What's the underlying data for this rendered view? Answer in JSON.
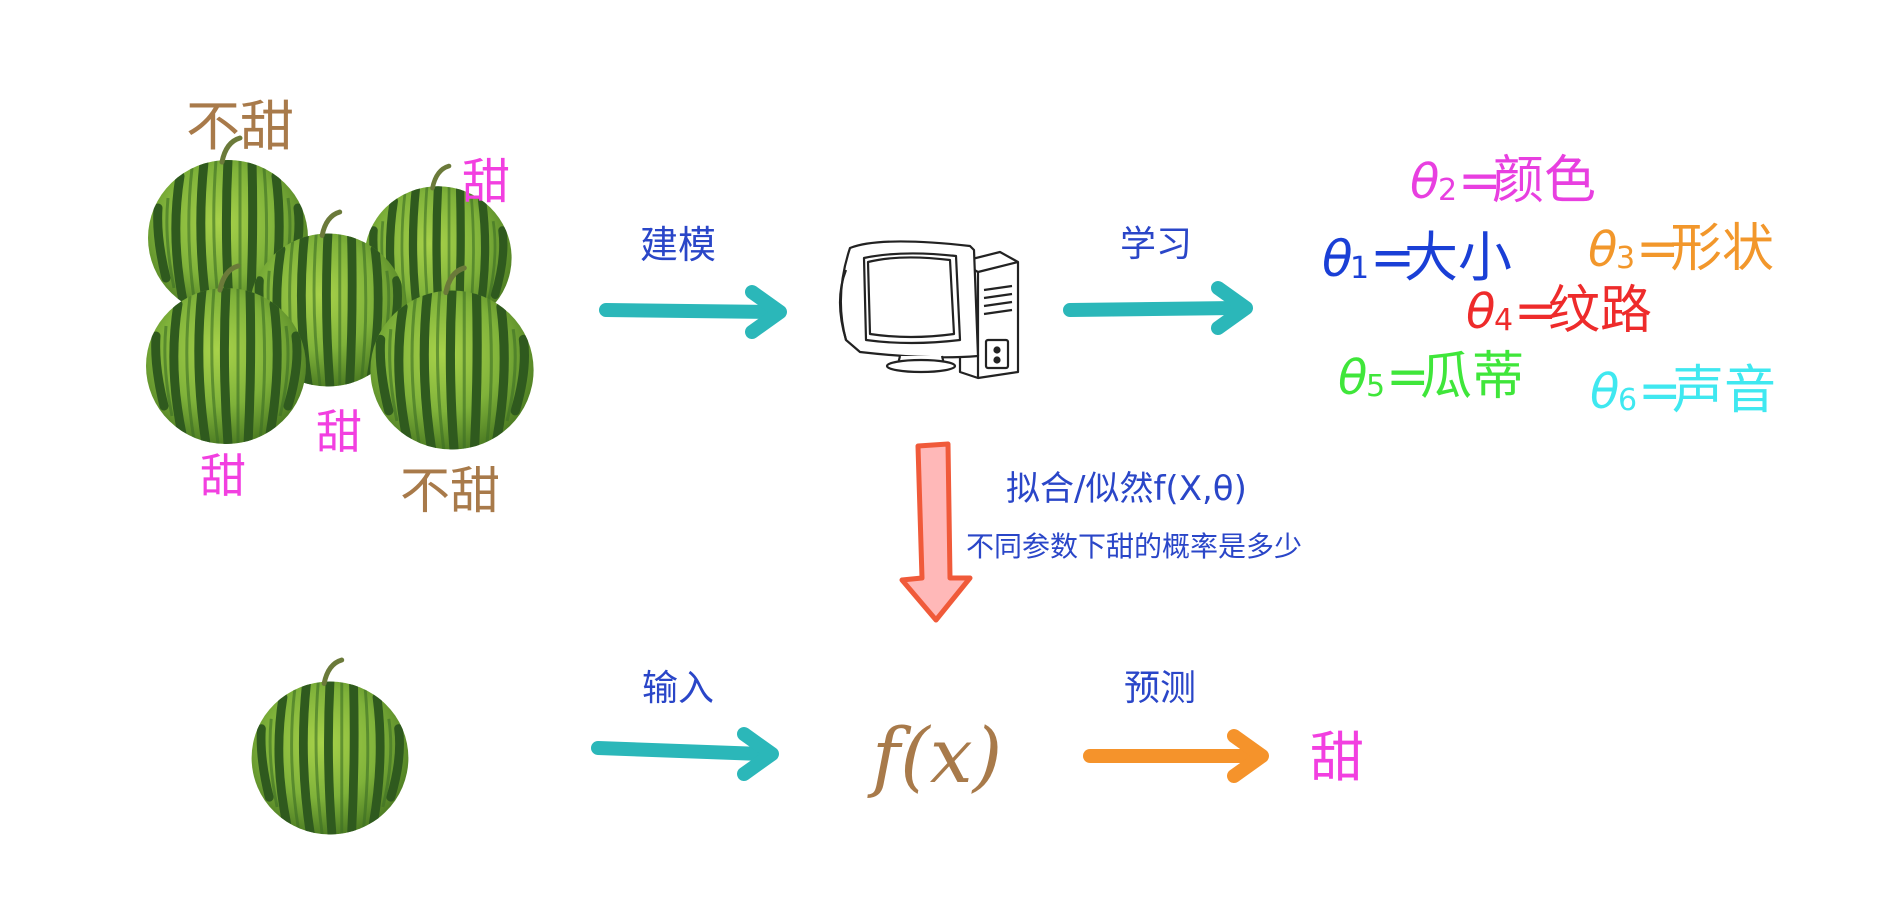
{
  "labels": {
    "not_sweet_1": "不甜",
    "sweet_1": "甜",
    "sweet_2": "甜",
    "sweet_3": "甜",
    "not_sweet_2": "不甜"
  },
  "steps": {
    "modeling": "建模",
    "learning": "学习",
    "fit_likelihood": "拟合/似然f(X,θ)",
    "fit_question": "不同参数下甜的概率是多少",
    "input": "输入",
    "predict": "预测",
    "function": "f(x)",
    "result": "甜"
  },
  "parameters": [
    {
      "symbol": "θ",
      "index": "2",
      "eq": "=",
      "name": "颜色",
      "color": "#e83fe0"
    },
    {
      "symbol": "θ",
      "index": "1",
      "eq": "=",
      "name": "大小",
      "color": "#1a3fd6"
    },
    {
      "symbol": "θ",
      "index": "3",
      "eq": "=",
      "name": "形状",
      "color": "#f2972b"
    },
    {
      "symbol": "θ",
      "index": "4",
      "eq": "=",
      "name": "纹路",
      "color": "#ee2b2b"
    },
    {
      "symbol": "θ",
      "index": "5",
      "eq": "=",
      "name": "瓜蒂",
      "color": "#3fe63a"
    },
    {
      "symbol": "θ",
      "index": "6",
      "eq": "=",
      "name": "声音",
      "color": "#3fe8f0"
    }
  ],
  "colors": {
    "teal_arrow": "#2bb7b9",
    "orange_arrow": "#f5932b",
    "down_arrow_fill": "#ffb8b8",
    "down_arrow_stroke": "#f05a3a",
    "brown_text": "#a87a4a",
    "pink_text": "#f23fe0",
    "blue_text": "#2a46c8",
    "watermelon_dark": "#2f5a20",
    "watermelon_light": "#8fbf3a"
  },
  "icons": {
    "computer": "computer-icon",
    "watermelon": "watermelon-icon"
  }
}
